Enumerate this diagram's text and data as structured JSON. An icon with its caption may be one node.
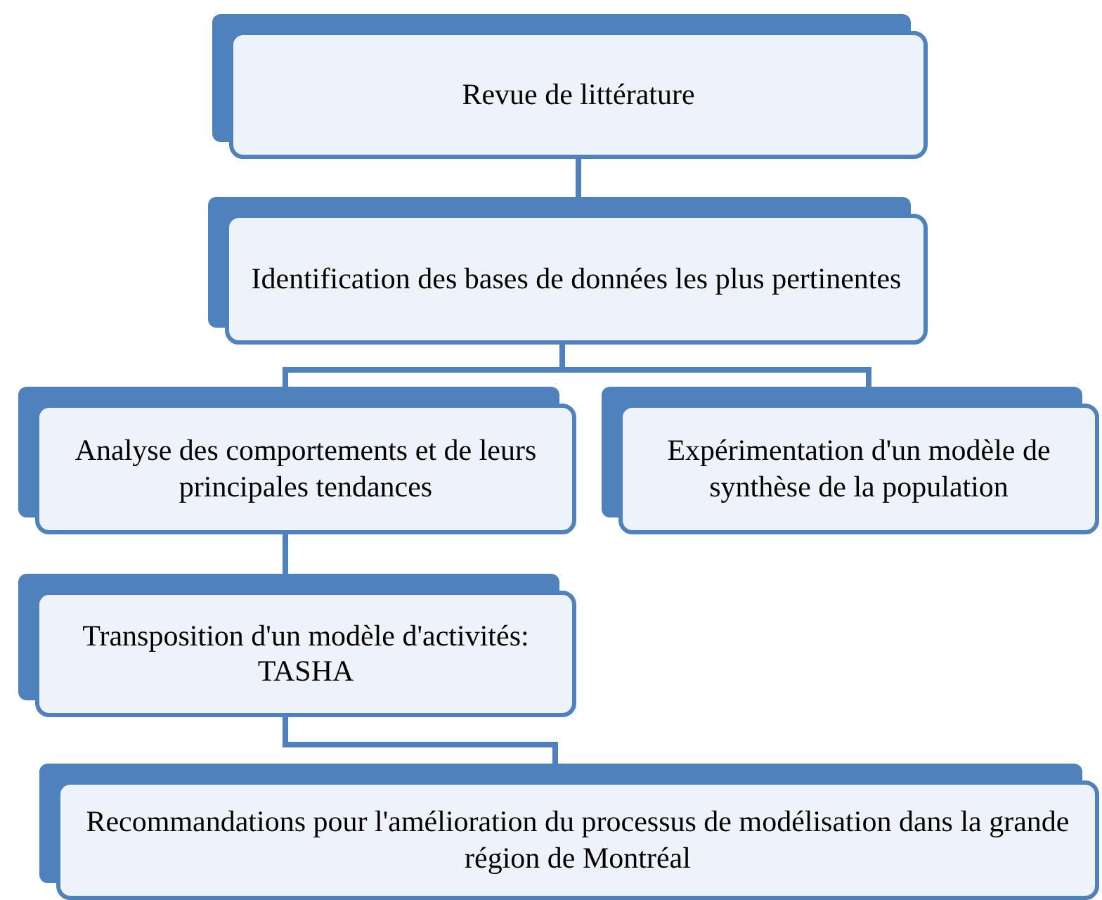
{
  "diagram": {
    "nodes": [
      {
        "text": [
          "Revue de littérature"
        ]
      },
      {
        "text": [
          "Identification des bases de données les plus pertinentes"
        ]
      },
      {
        "text": [
          "Analyse des comportements et de leurs principales tendances"
        ]
      },
      {
        "text": [
          "Expérimentation d'un modèle de synthèse de la population"
        ]
      },
      {
        "text": [
          "Transposition d'un modèle d'activités: TASHA"
        ]
      },
      {
        "text": [
          "Recommandations pour l'amélioration du processus de modélisation dans la grande région de Montréal"
        ]
      }
    ],
    "edges": [
      {
        "from": 0,
        "to": 1,
        "arrow": "none"
      },
      {
        "from": 1,
        "to": 2,
        "arrow": "none"
      },
      {
        "from": 1,
        "to": 3,
        "arrow": "none"
      },
      {
        "from": 2,
        "to": 4,
        "arrow": "none"
      },
      {
        "from": 4,
        "to": 5,
        "arrow": "none"
      }
    ]
  }
}
